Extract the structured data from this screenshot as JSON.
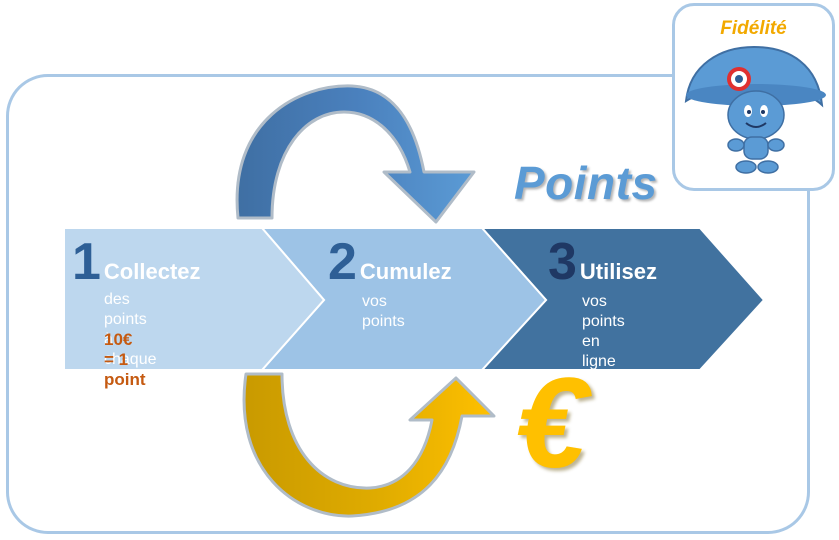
{
  "badge": {
    "title": "Fidélité",
    "mascot_icon": "napoleon-hat-mascot-icon"
  },
  "points_title": "Points",
  "euro_symbol": "€",
  "steps": [
    {
      "number": "1",
      "title": "Collectez",
      "description_lines": [
        "des points à",
        "chaque achat"
      ],
      "highlight": "10€ = 1 point",
      "color": "#bdd7ee"
    },
    {
      "number": "2",
      "title": "Cumulez",
      "description_lines": [
        "vos points"
      ],
      "color": "#9dc3e6"
    },
    {
      "number": "3",
      "title": "Utilisez",
      "description_lines": [
        "vos points en",
        "ligne"
      ],
      "color": "#41729f"
    }
  ],
  "colors": {
    "frame_border": "#a9c8e6",
    "arrow_top_light": "#5b9bd5",
    "arrow_top_dark": "#3f6fa3",
    "arrow_bottom_light": "#ffc000",
    "arrow_bottom_dark": "#c99a00",
    "points_text": "#5b9bd5",
    "euro_text": "#ffc000",
    "badge_title": "#f2a900",
    "highlight_text": "#c55a11"
  }
}
